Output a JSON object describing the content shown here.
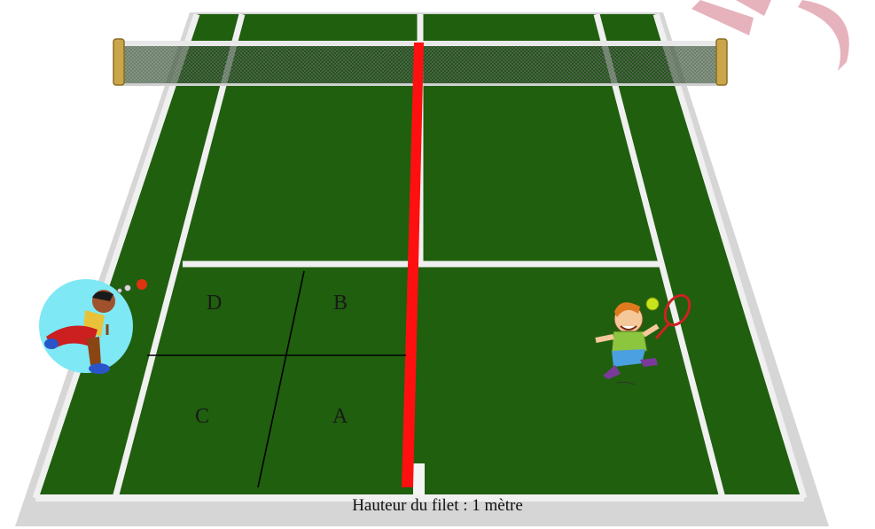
{
  "zones": [
    {
      "id": "D",
      "label": "D"
    },
    {
      "id": "B",
      "label": "B"
    },
    {
      "id": "C",
      "label": "C"
    },
    {
      "id": "A",
      "label": "A"
    }
  ],
  "caption": "Hauteur du filet : 1 mètre",
  "colors": {
    "court": "#1f5f0e",
    "apron": "#d8d8d8",
    "lines": "#f2f2f2",
    "net_height_marker": "#ff0000",
    "corner_logo": "#e6b3bd",
    "player_circle": "#7ee8f5",
    "ball": "#dd3311"
  },
  "icons": [
    "net-post-icon",
    "server-player-icon",
    "returner-player-icon",
    "tennis-ball-icon",
    "corner-logo-icon"
  ]
}
